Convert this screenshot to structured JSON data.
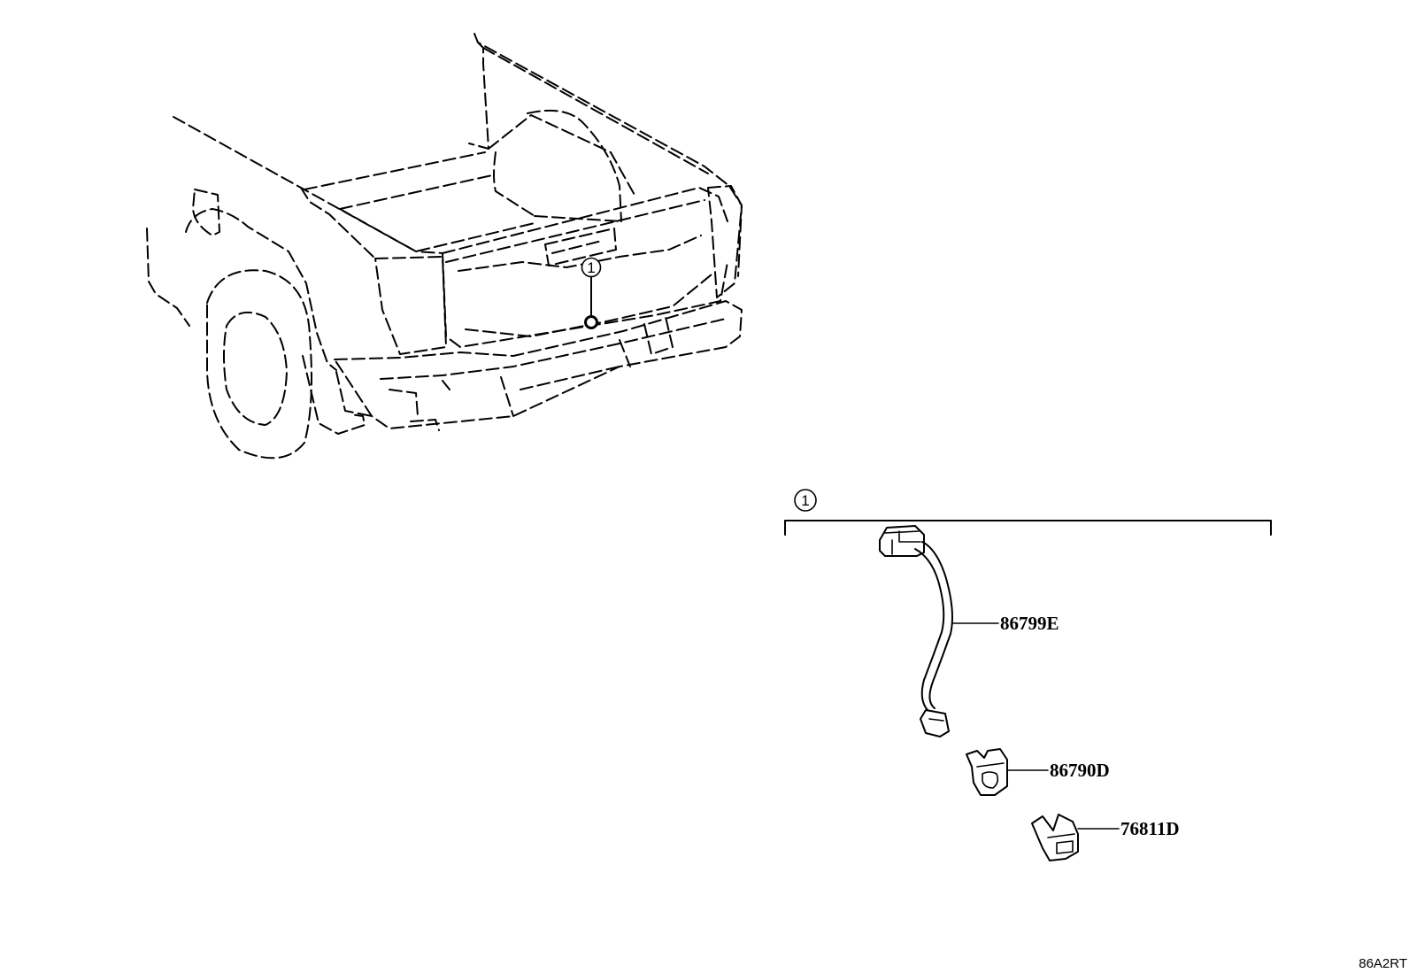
{
  "callouts": {
    "vehicle_marker": "1",
    "group_marker": "1"
  },
  "parts": {
    "harness": "86799E",
    "camera": "86790D",
    "cover": "76811D"
  },
  "diagram_code": "86A2RT"
}
